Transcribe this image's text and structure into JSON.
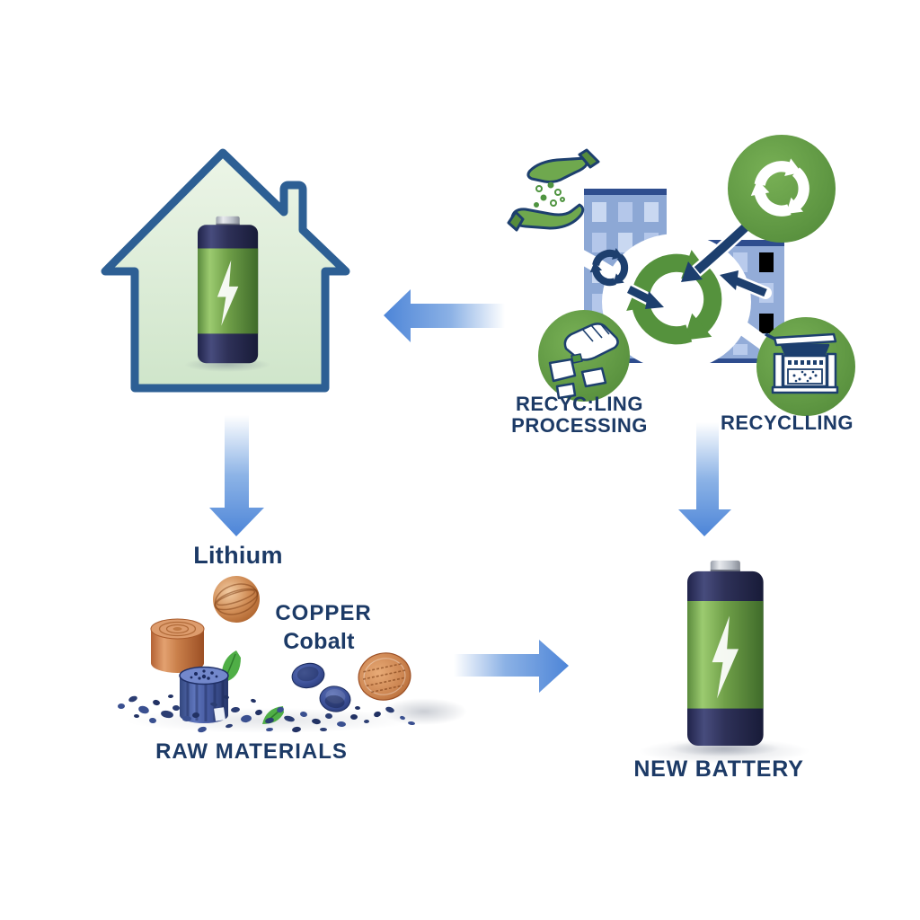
{
  "diagram": {
    "type": "flow-diagram",
    "topic": "battery-recycling-cycle",
    "stations": {
      "home": {
        "icon": "house-with-battery"
      },
      "processing": {
        "label_line1": "RECYC:LING",
        "label_line2": "PROCESSING",
        "icons": [
          "hands-seeds-icon",
          "buildings",
          "recycle-symbol",
          "hands-sorting-icon",
          "recycle-badge-icon"
        ]
      },
      "recycling": {
        "label": "RECYCLLING",
        "icon": "shredder-machine-icon"
      },
      "raw_materials": {
        "label": "RAW MATERIALS",
        "items": [
          "Lithium",
          "COPPER",
          "Cobalt"
        ]
      },
      "new_battery": {
        "label": "NEW BATTERY",
        "icon": "green-battery-icon"
      }
    },
    "colors": {
      "green": "#55923d",
      "circle_green": "#67a24a",
      "navy": "#1d3f6e",
      "text_navy": "#1c3a66",
      "arrow_blue": "#4d85d8",
      "house_outline": "#2d5f94",
      "building_blue": "#8da8d5",
      "battery_green": "#6fa84b",
      "copper": "#c0703c",
      "cobalt": "#34509e"
    }
  }
}
